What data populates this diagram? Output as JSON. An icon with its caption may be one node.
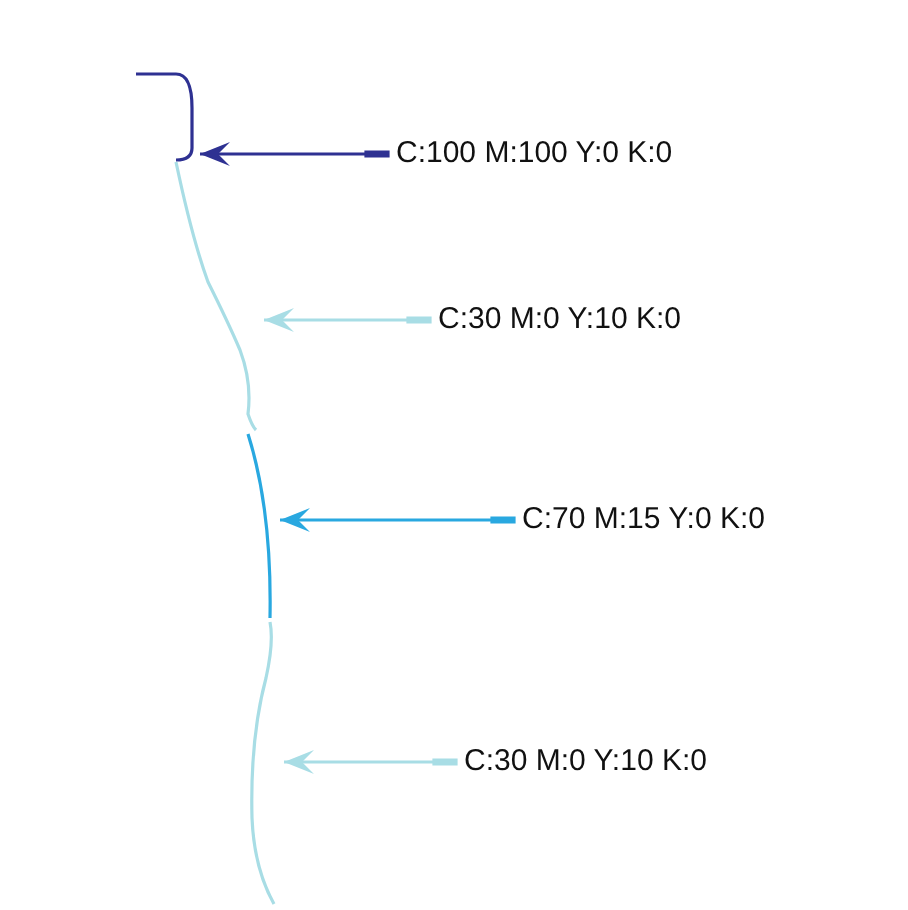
{
  "diagram": {
    "nodes": [
      {
        "text": [
          "C:100 M:100 Y:0 K:0"
        ]
      },
      {
        "text": [
          "C:30 M:0 Y:10 K:0"
        ]
      },
      {
        "text": [
          "C:70 M:15 Y:0 K:0"
        ]
      },
      {
        "text": [
          "C:30 M:0 Y:10 K:0"
        ]
      },
      {
        "text": [],
        "shape": "line"
      },
      {
        "text": [],
        "shape": "line"
      },
      {
        "text": [],
        "shape": "line"
      },
      {
        "text": [],
        "shape": "line"
      }
    ],
    "edges": [
      {
        "from": 0,
        "to": 4,
        "arrow": "to",
        "color": "#2e3192"
      },
      {
        "from": 1,
        "to": 5,
        "arrow": "to",
        "color": "#a8dde5"
      },
      {
        "from": 2,
        "to": 6,
        "arrow": "to",
        "color": "#29a8e0"
      },
      {
        "from": 3,
        "to": 7,
        "arrow": "to",
        "color": "#a8dde5"
      }
    ]
  }
}
